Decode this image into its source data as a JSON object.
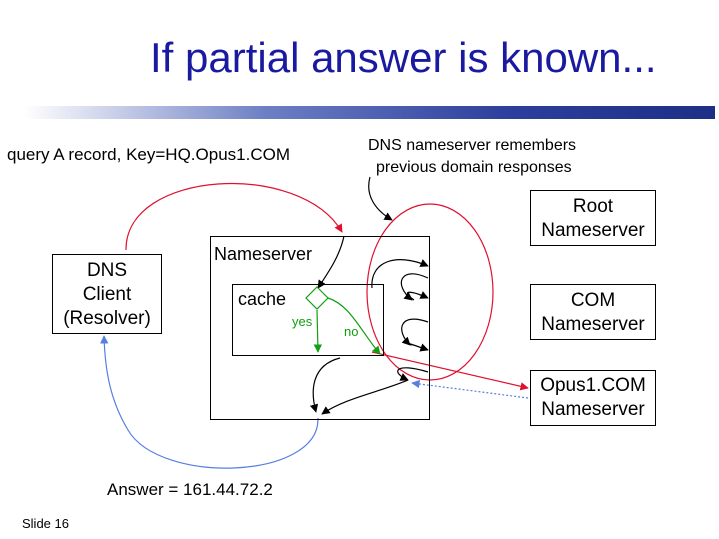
{
  "title": "If partial answer is known...",
  "query": "query A record, Key=HQ.Opus1.COM",
  "note_line1": "DNS nameserver remembers",
  "note_line2": "previous domain responses",
  "client": {
    "line1": "DNS",
    "line2": "Client",
    "line3": "(Resolver)"
  },
  "nameserver_label": "Nameserver",
  "cache_label": "cache",
  "yes_label": "yes",
  "no_label": "no",
  "root": {
    "line1": "Root",
    "line2": "Nameserver"
  },
  "com": {
    "line1": "COM",
    "line2": "Nameserver"
  },
  "opus": {
    "line1": "Opus1.COM",
    "line2": "Nameserver"
  },
  "answer": "Answer = 161.44.72.2",
  "slide_number": "Slide 16",
  "colors": {
    "title": "#1a1aa0",
    "red": "#e01030",
    "green": "#10a010",
    "blue": "#5580e0"
  }
}
